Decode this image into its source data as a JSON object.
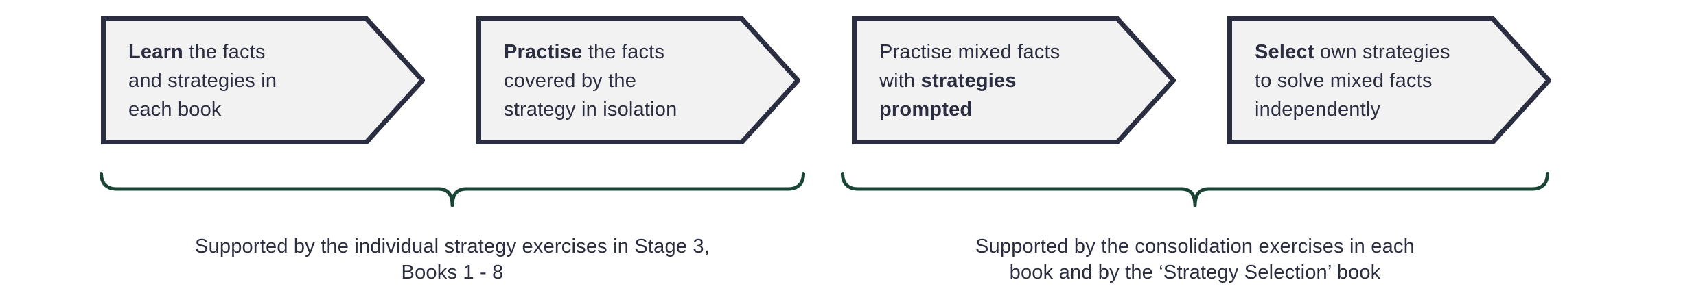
{
  "diagram": {
    "background_color": "#ffffff",
    "colors": {
      "box_fill": "#f2f2f3",
      "box_border": "#2b2e40",
      "text": "#2b2e40",
      "brace": "#1a4434"
    },
    "steps": [
      {
        "lines": [
          [
            {
              "t": "Learn",
              "b": 1
            },
            {
              "t": " the facts",
              "b": 0
            }
          ],
          [
            {
              "t": "and strategies in",
              "b": 0
            }
          ],
          [
            {
              "t": "each book",
              "b": 0
            }
          ]
        ]
      },
      {
        "lines": [
          [
            {
              "t": "Practise",
              "b": 1
            },
            {
              "t": " the facts",
              "b": 0
            }
          ],
          [
            {
              "t": "covered by the",
              "b": 0
            }
          ],
          [
            {
              "t": "strategy in isolation",
              "b": 0
            }
          ]
        ]
      },
      {
        "lines": [
          [
            {
              "t": "Practise mixed facts",
              "b": 0
            }
          ],
          [
            {
              "t": "with ",
              "b": 0
            },
            {
              "t": "strategies",
              "b": 1
            }
          ],
          [
            {
              "t": "prompted",
              "b": 1
            }
          ]
        ]
      },
      {
        "lines": [
          [
            {
              "t": "Select",
              "b": 1
            },
            {
              "t": " own strategies",
              "b": 0
            }
          ],
          [
            {
              "t": "to solve mixed facts",
              "b": 0
            }
          ],
          [
            {
              "t": "independently",
              "b": 0
            }
          ]
        ]
      }
    ],
    "braces": [
      {
        "caption_line1": "Supported by the individual strategy exercises in Stage 3,",
        "caption_line2": "Books 1 - 8"
      },
      {
        "caption_line1": "Supported by the consolidation exercises in each",
        "caption_line2": "book and by the ‘Strategy Selection’ book"
      }
    ]
  }
}
